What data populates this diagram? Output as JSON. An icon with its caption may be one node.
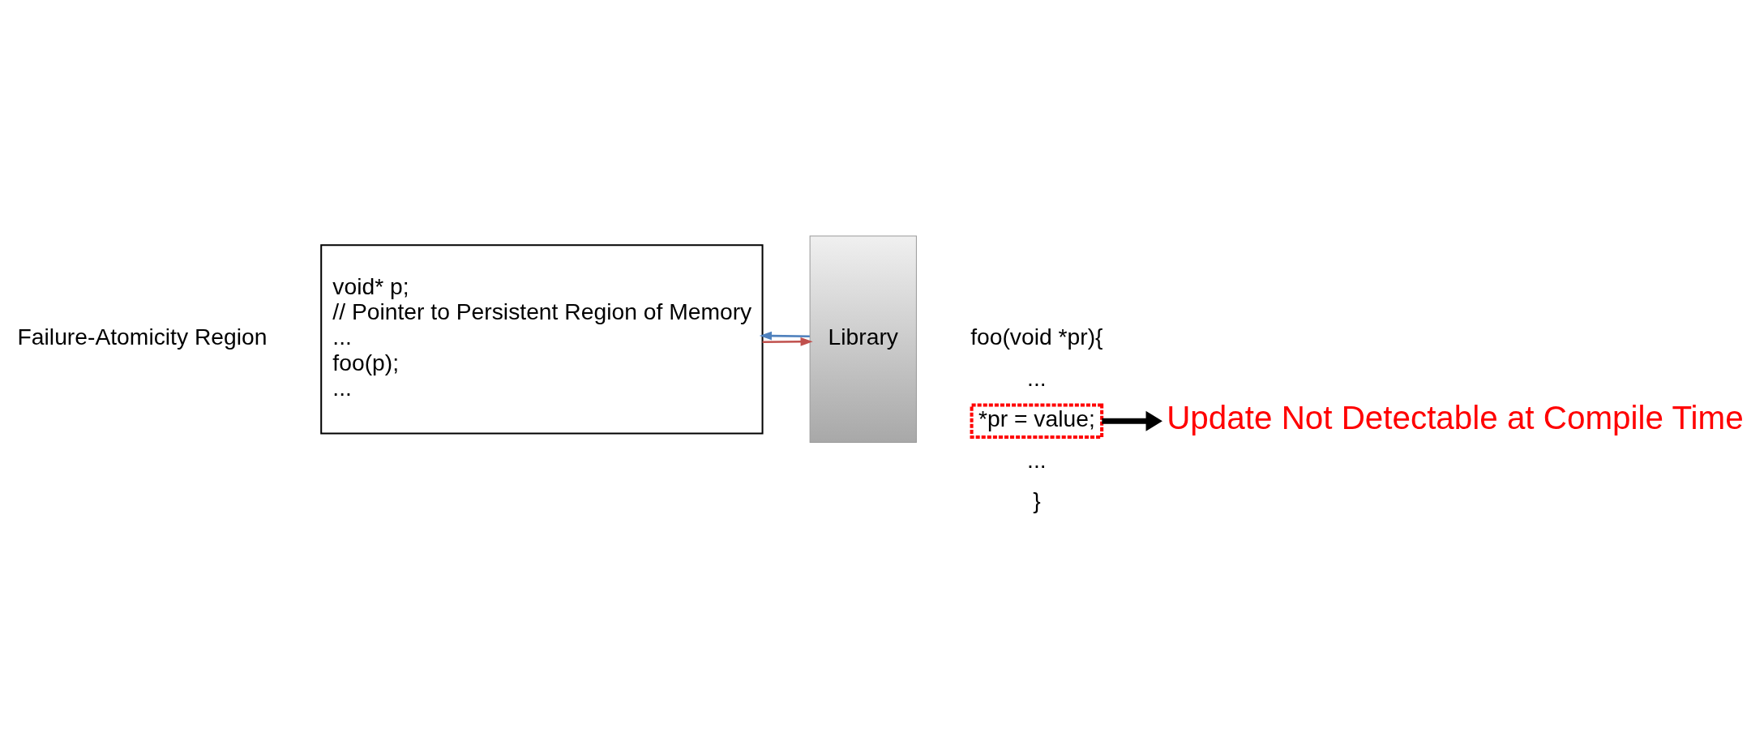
{
  "diagram": {
    "nodes": [
      {
        "text": [
          "void* p;",
          "// Pointer to Persistent Region of Memory",
          "...",
          "foo(p);",
          "..."
        ]
      },
      {
        "text": [
          "Library"
        ]
      },
      {
        "text": [
          "*pr = value;"
        ]
      },
      {
        "text": [
          "Update Not Detectable at Compile Time"
        ]
      }
    ],
    "edges": [
      {
        "from": 0,
        "to": 1,
        "arrow": "to",
        "color": "#c0504d"
      },
      {
        "from": 1,
        "to": 0,
        "arrow": "to",
        "color": "#4f81bd"
      },
      {
        "from": 2,
        "to": 3,
        "arrow": "to",
        "style": "thick",
        "color": "#000000"
      }
    ],
    "labels": [
      "Failure-Atomicity Region",
      "foo(void *pr){",
      "...",
      "...",
      "}"
    ]
  }
}
